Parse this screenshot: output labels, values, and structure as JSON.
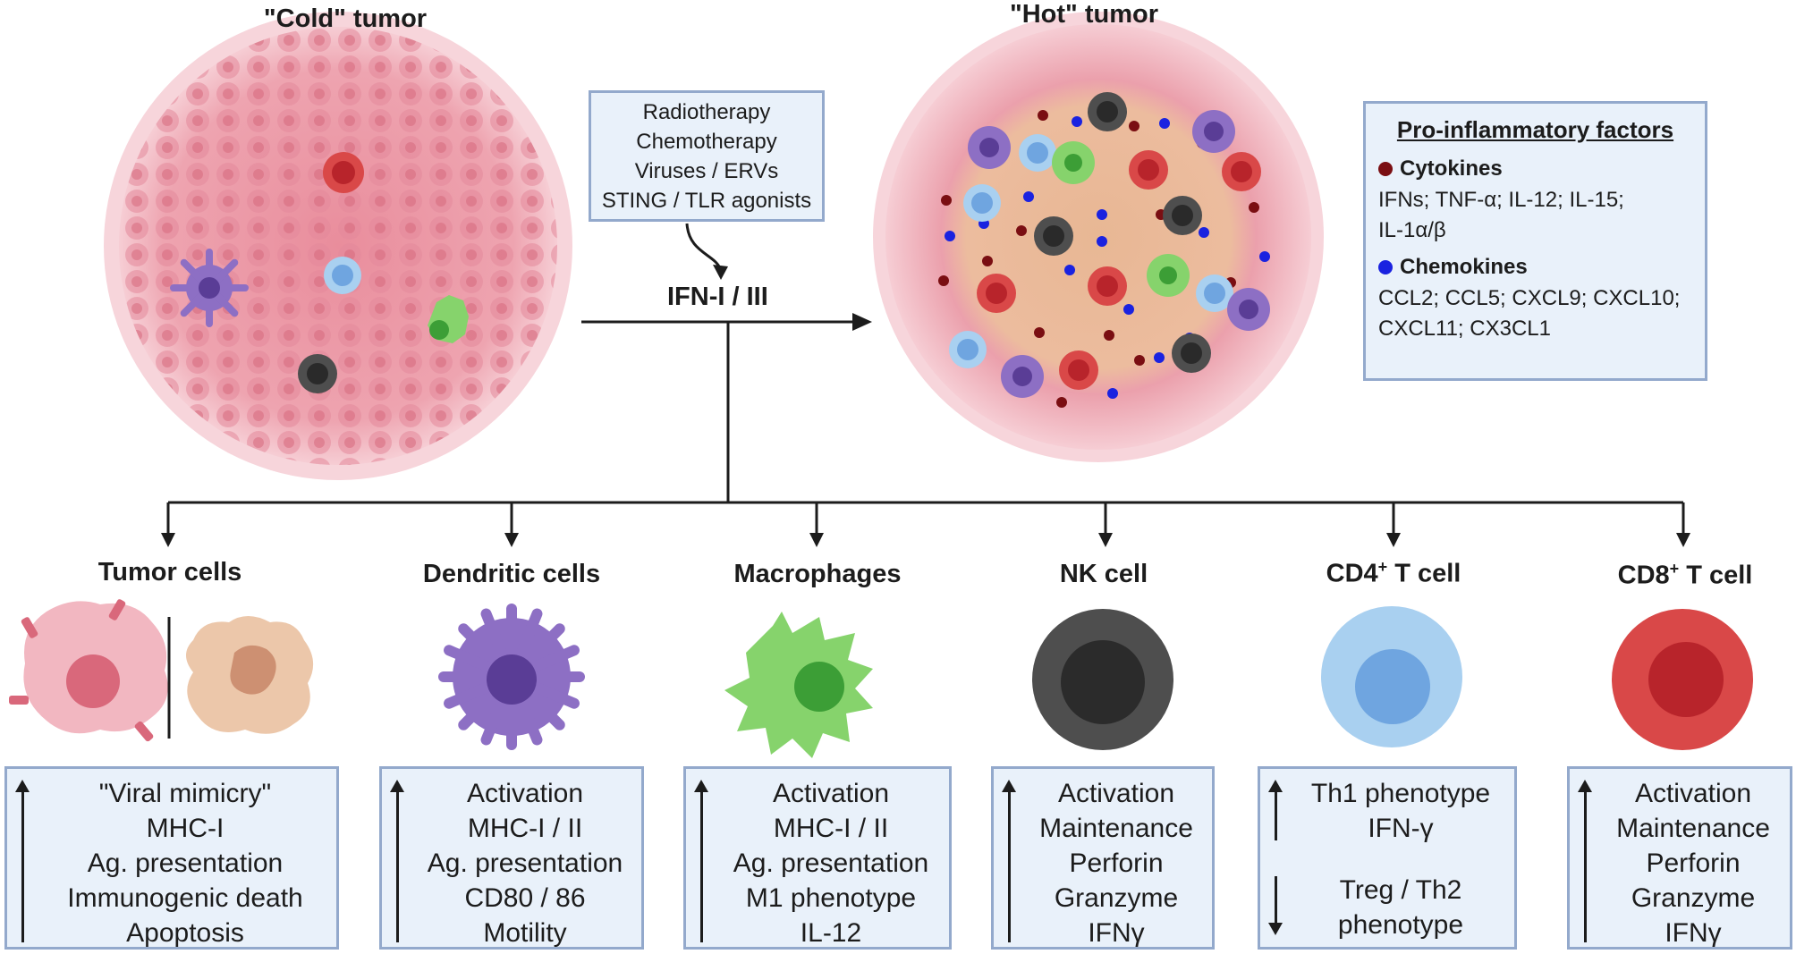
{
  "tumors": {
    "cold_title": "\"Cold\" tumor",
    "hot_title": "\"Hot\" tumor"
  },
  "treatments": [
    "Radiotherapy",
    "Chemotherapy",
    "Viruses / ERVs",
    "STING / TLR agonists"
  ],
  "ifn_label": "IFN-I / III",
  "pro_inflammatory": {
    "title": "Pro-inflammatory factors",
    "cytokines_label": "Cytokines",
    "cytokines_color": "#7a0e12",
    "cytokines_list": [
      "IFNs; TNF-α; IL-12; IL-15;",
      "IL-1α/β"
    ],
    "chemokines_label": "Chemokines",
    "chemokines_color": "#1a22e0",
    "chemokines_list": [
      "CCL2; CCL5; CXCL9; CXCL10;",
      "CXCL11; CX3CL1"
    ]
  },
  "cells": [
    {
      "title": "Tumor cells",
      "effects": [
        "\"Viral mimicry\"",
        "MHC-I",
        "Ag. presentation",
        "Immunogenic death",
        "Apoptosis"
      ]
    },
    {
      "title": "Dendritic cells",
      "effects": [
        "Activation",
        "MHC-I / II",
        "Ag. presentation",
        "CD80 / 86",
        "Motility"
      ]
    },
    {
      "title": "Macrophages",
      "effects": [
        "Activation",
        "MHC-I / II",
        "Ag. presentation",
        "M1 phenotype",
        "IL-12"
      ]
    },
    {
      "title": "NK cell",
      "effects": [
        "Activation",
        "Maintenance",
        "Perforin",
        "Granzyme",
        "IFNγ"
      ]
    },
    {
      "title_base": "CD4",
      "title_sup": "+",
      "title_rest": " T cell",
      "up_effects": [
        "Th1 phenotype",
        "IFN-γ"
      ],
      "down_effects": [
        "Treg / Th2",
        "phenotype"
      ]
    },
    {
      "title_base": "CD8",
      "title_sup": "+",
      "title_rest": "  T cell",
      "effects": [
        "Activation",
        "Maintenance",
        "Perforin",
        "Granzyme",
        "IFNγ"
      ]
    }
  ],
  "colors": {
    "box_fill": "#e9f1fa",
    "box_border": "#93a9cc",
    "tumor_pink": "#e9a0ad",
    "dendritic": "#8d6fc4",
    "macrophage": "#86d36c",
    "nk": "#4e4e4e",
    "cd4": "#a9d0f0",
    "cd8": "#d94848"
  },
  "icons": [
    "cold-tumor-icon",
    "hot-tumor-icon",
    "tumor-cell-icon",
    "dying-tumor-cell-icon",
    "dendritic-cell-icon",
    "macrophage-icon",
    "nk-cell-icon",
    "cd4-t-cell-icon",
    "cd8-t-cell-icon"
  ]
}
